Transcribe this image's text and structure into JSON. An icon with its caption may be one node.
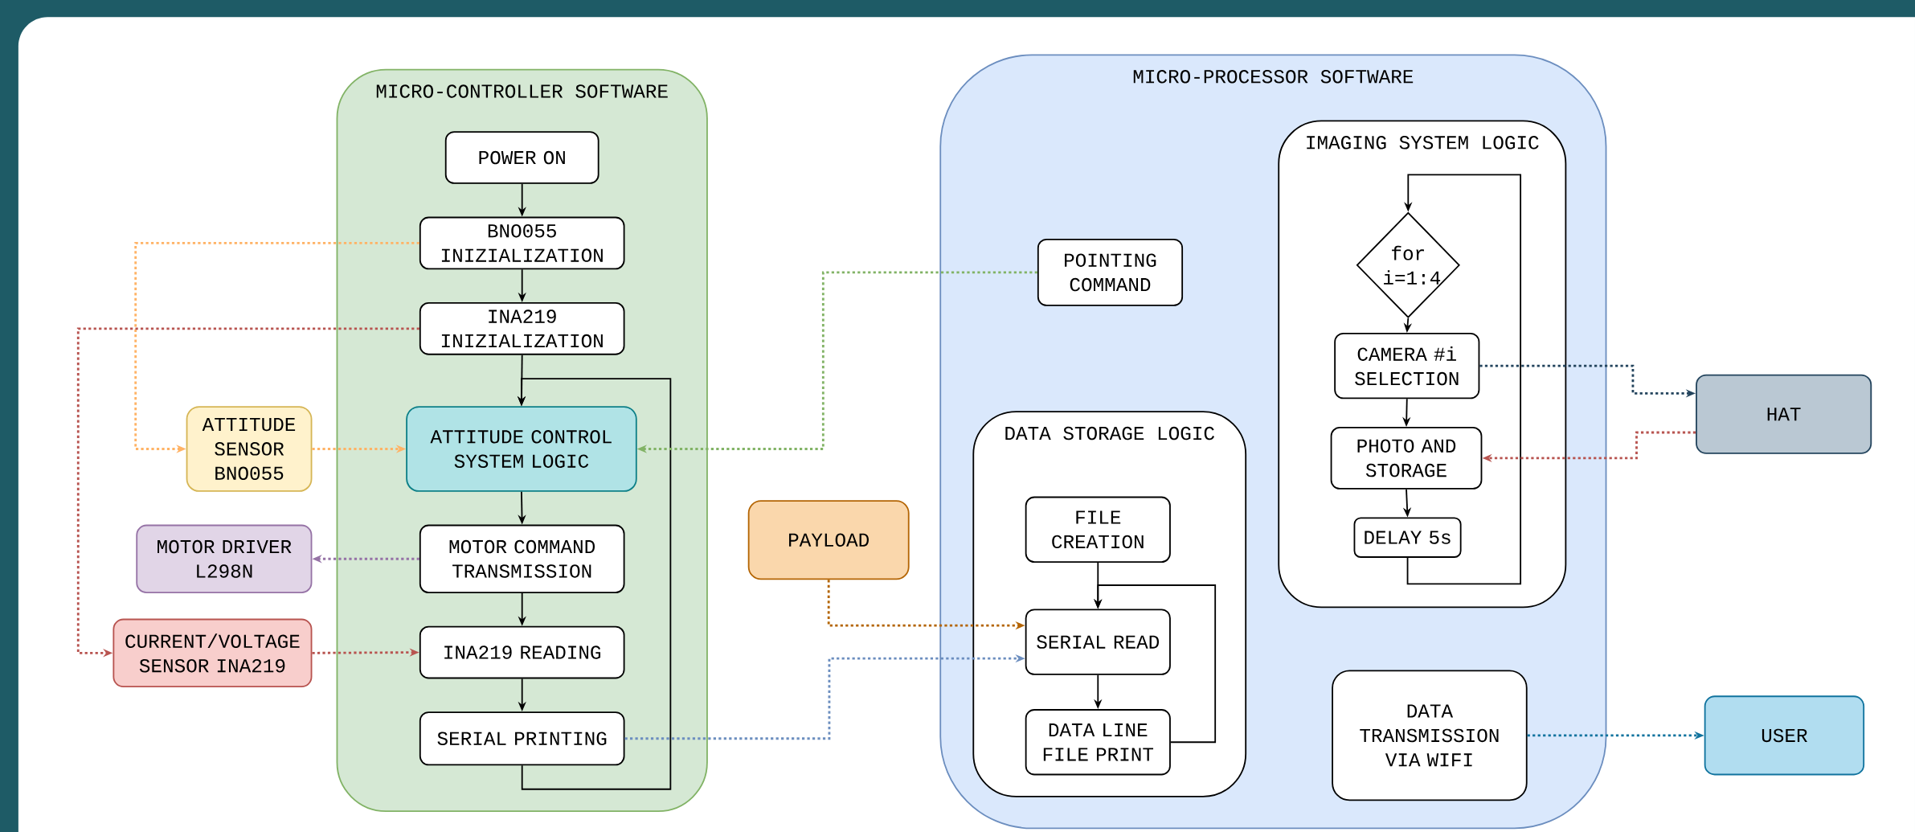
{
  "diagram": {
    "nodes": [
      {
        "text": [
          "MICRO-CONTROLLER SOFTWARE"
        ]
      },
      {
        "text": [
          "POWER ON"
        ],
        "in": 0
      },
      {
        "text": [
          "BNO055 INIZIALIZATION"
        ],
        "in": 0
      },
      {
        "text": [
          "INA219 INIZIALIZATION"
        ],
        "in": 0
      },
      {
        "text": [
          "ATTITUDE CONTROL SYSTEM LOGIC"
        ],
        "in": 0
      },
      {
        "text": [
          "MOTOR COMMAND TRANSMISSION"
        ],
        "in": 0
      },
      {
        "text": [
          "INA219 READING"
        ],
        "in": 0
      },
      {
        "text": [
          "SERIAL PRINTING"
        ],
        "in": 0
      },
      {
        "text": [
          "ATTITUDE SENSOR BNO055"
        ]
      },
      {
        "text": [
          "MOTOR DRIVER L298N"
        ]
      },
      {
        "text": [
          "CURRENT/VOLTAGE SENSOR INA219"
        ]
      },
      {
        "text": [
          "PAYLOAD"
        ]
      },
      {
        "text": [
          "MICRO-PROCESSOR SOFTWARE"
        ]
      },
      {
        "text": [
          "POINTING COMMAND"
        ],
        "in": 12
      },
      {
        "text": [
          "DATA STORAGE LOGIC"
        ],
        "in": 12
      },
      {
        "text": [
          "FILE CREATION"
        ],
        "in": 14
      },
      {
        "text": [
          "SERIAL READ"
        ],
        "in": 14
      },
      {
        "text": [
          "DATA LINE FILE PRINT"
        ],
        "in": 14
      },
      {
        "text": [
          "IMAGING SYSTEM LOGIC"
        ],
        "in": 12
      },
      {
        "text": [
          "for i=1:4"
        ],
        "in": 18
      },
      {
        "text": [
          "CAMERA #i SELECTION"
        ],
        "in": 18
      },
      {
        "text": [
          "PHOTO AND STORAGE"
        ],
        "in": 18
      },
      {
        "text": [
          "DELAY 5s"
        ],
        "in": 18
      },
      {
        "text": [
          "DATA TRANSMISSION VIA WIFI"
        ],
        "in": 12
      },
      {
        "text": [
          "HAT"
        ]
      },
      {
        "text": [
          "USER"
        ]
      }
    ],
    "edges": [
      {
        "from": 1,
        "to": 2,
        "arrow": "to"
      },
      {
        "from": 2,
        "to": 3,
        "arrow": "to"
      },
      {
        "from": 3,
        "to": 4,
        "arrow": "to"
      },
      {
        "from": 4,
        "to": 5,
        "arrow": "to"
      },
      {
        "from": 5,
        "to": 6,
        "arrow": "to"
      },
      {
        "from": 6,
        "to": 7,
        "arrow": "to"
      },
      {
        "from": 7,
        "to": 4,
        "arrow": "to"
      },
      {
        "from": 2,
        "to": 8,
        "arrow": "to",
        "style": "dashed",
        "color": "#ffb366"
      },
      {
        "from": 8,
        "to": 4,
        "arrow": "to",
        "style": "dashed",
        "color": "#ffb366"
      },
      {
        "from": 3,
        "to": 10,
        "arrow": "to",
        "style": "dashed",
        "color": "#b85450"
      },
      {
        "from": 10,
        "to": 6,
        "arrow": "to",
        "style": "dashed",
        "color": "#b85450"
      },
      {
        "from": 5,
        "to": 9,
        "arrow": "to",
        "style": "dashed",
        "color": "#9673a6"
      },
      {
        "from": 13,
        "to": 4,
        "arrow": "to",
        "style": "dashed",
        "color": "#82b366"
      },
      {
        "from": 11,
        "to": 16,
        "arrow": "to",
        "style": "dashed",
        "color": "#b46504"
      },
      {
        "from": 7,
        "to": 16,
        "arrow": "to",
        "style": "dashed",
        "color": "#6c8ebf"
      },
      {
        "from": 15,
        "to": 16,
        "arrow": "to"
      },
      {
        "from": 16,
        "to": 17,
        "arrow": "to"
      },
      {
        "from": 17,
        "to": 16,
        "arrow": "to"
      },
      {
        "from": 19,
        "to": 20,
        "arrow": "to"
      },
      {
        "from": 20,
        "to": 21,
        "arrow": "to"
      },
      {
        "from": 21,
        "to": 22,
        "arrow": "to"
      },
      {
        "from": 22,
        "to": 19,
        "arrow": "to"
      },
      {
        "from": 20,
        "to": 24,
        "arrow": "to",
        "style": "dashed",
        "color": "#23445d"
      },
      {
        "from": 24,
        "to": 21,
        "arrow": "to",
        "style": "dashed",
        "color": "#b85450"
      },
      {
        "from": 23,
        "to": 25,
        "arrow": "to",
        "style": "dashed",
        "color": "#10739e"
      }
    ]
  }
}
